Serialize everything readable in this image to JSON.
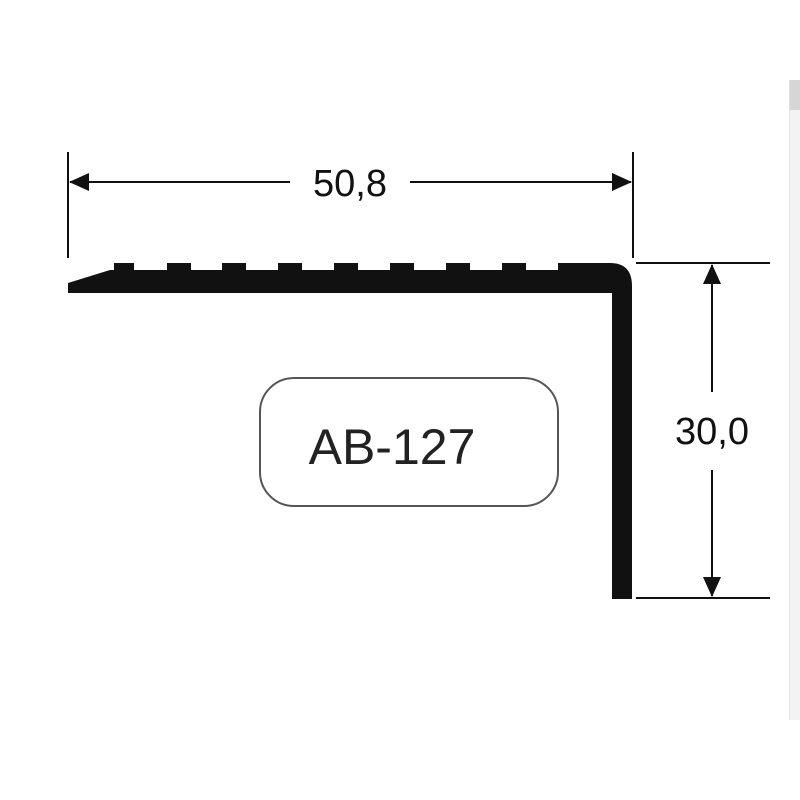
{
  "drawing": {
    "width_dimension": "50,8",
    "height_dimension": "30,0",
    "profile_code": "AB-127"
  },
  "colors": {
    "ink": "#111111",
    "label_border": "#555555",
    "background": "#ffffff"
  }
}
